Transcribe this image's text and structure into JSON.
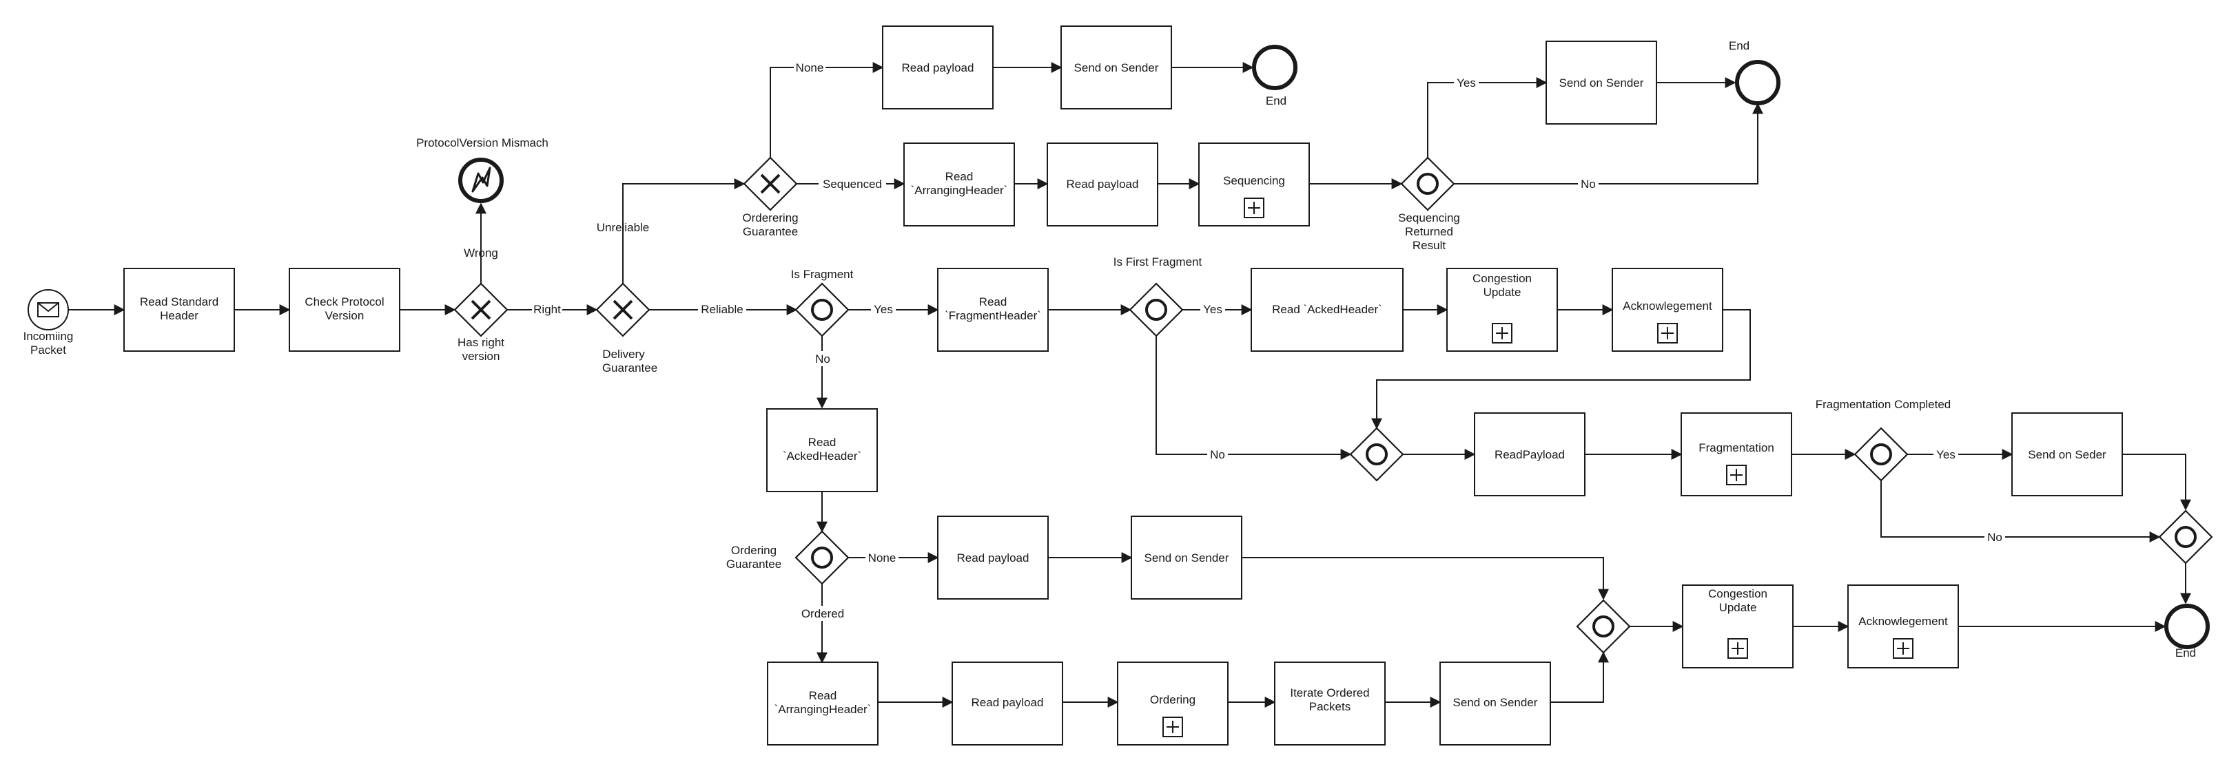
{
  "colors": {
    "stroke": "#1a1a1a",
    "background": "#ffffff"
  },
  "nodes": {
    "start": "Incomiing Packet",
    "read_std_header": "Read Standard Header",
    "check_protocol": "Check Protocol Version",
    "gw_version": "Has right version",
    "protocol_error": "ProtocolVersion Mismach",
    "gw_delivery": "Delivery Guarantee",
    "gw_ordering_top": "Orderering Guarantee",
    "read_payload_none_top": "Read payload",
    "send_sender_none_top": "Send on Sender",
    "end_top": "End",
    "read_arranging_top": "Read `ArrangingHeader`",
    "read_payload_seq": "Read payload",
    "sequencing": "Sequencing",
    "gw_seq_result": "Sequencing Returned Result",
    "send_sender_yes_seq": "Send on Sender",
    "end_seq": "End",
    "gw_is_fragment": "Is Fragment",
    "read_fragment_header": "Read `FragmentHeader`",
    "gw_first_fragment": "Is First Fragment",
    "read_acked_frag": "Read `AckedHeader`",
    "congestion_frag": "Congestion Update",
    "ack_frag": "Acknowlegement",
    "gw_merge_frag": "",
    "read_payload_frag": "ReadPayload",
    "fragmentation": "Fragmentation",
    "gw_frag_completed": "Fragmentation Completed",
    "send_seder": "Send on Seder",
    "gw_merge_right": "",
    "read_acked_nofrag": "Read `AckedHeader`",
    "gw_ordering_mid": "Ordering Guarantee",
    "read_payload_none_mid": "Read payload",
    "send_sender_none_mid": "Send on Sender",
    "read_arranging_bottom": "Read `ArrangingHeader`",
    "read_payload_bottom": "Read payload",
    "ordering": "Ordering",
    "iterate_ordered": "Iterate Ordered Packets",
    "send_sender_bottom": "Send on Sender",
    "gw_merge_bottom": "",
    "congestion_bottom": "Congestion Update",
    "ack_bottom": "Acknowlegement",
    "end_bottom": "End"
  },
  "edge_labels": {
    "wrong": "Wrong",
    "right": "Right",
    "unreliable": "Unreliable",
    "reliable": "Reliable",
    "none_top": "None",
    "sequenced": "Sequenced",
    "seq_yes": "Yes",
    "seq_no": "No",
    "frag_yes": "Yes",
    "frag_no": "No",
    "first_yes": "Yes",
    "first_no": "No",
    "completed_yes": "Yes",
    "completed_no": "No",
    "ordering_none": "None",
    "ordered": "Ordered"
  }
}
